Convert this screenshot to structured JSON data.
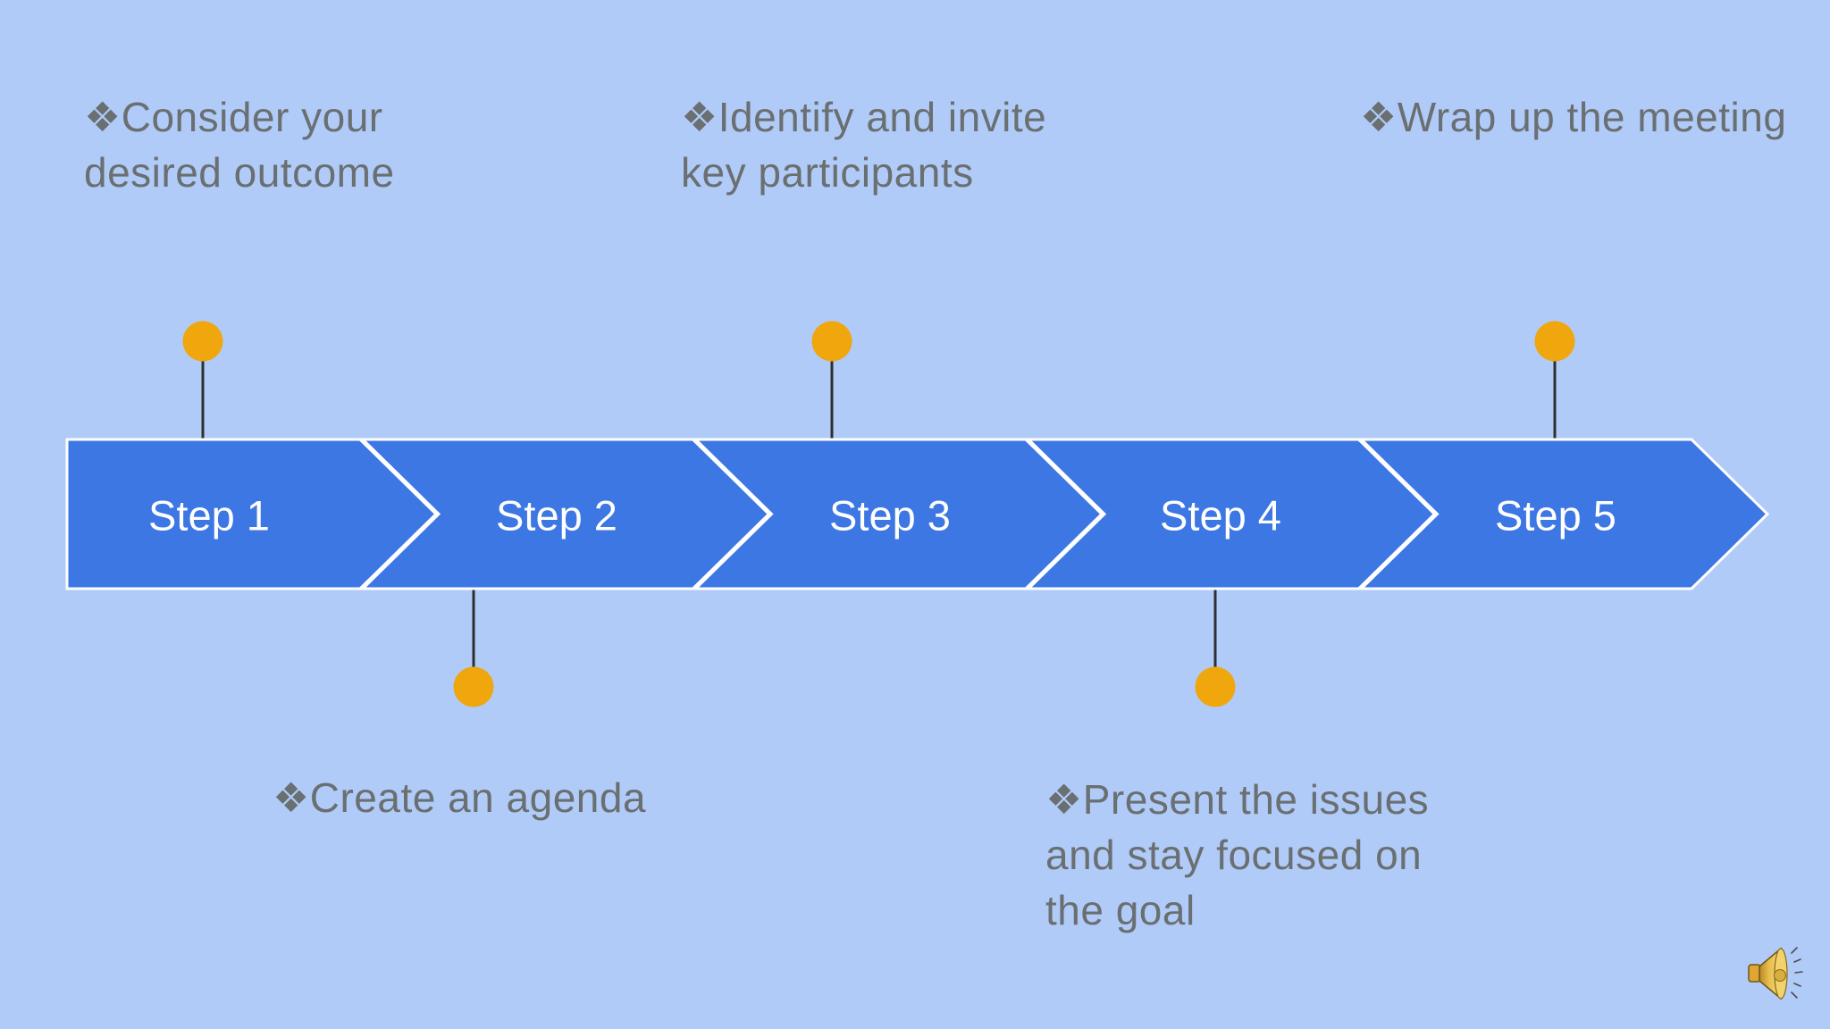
{
  "slide": {
    "type": "process-timeline",
    "background_color": "#B1CBF8",
    "colors": {
      "chevron_fill": "#3D77E3",
      "chevron_border": "#FFFFFF",
      "step_label_text": "#FFFFFF",
      "pin_dot": "#F0A60D",
      "pin_line": "#2E2F31",
      "note_text": "#6A6F71"
    },
    "steps": [
      {
        "label": "Step 1",
        "note": "❖Consider your\ndesired outcome",
        "note_position": "above"
      },
      {
        "label": "Step 2",
        "note": "❖Create an agenda",
        "note_position": "below"
      },
      {
        "label": "Step 3",
        "note": "❖Identify and invite\nkey participants",
        "note_position": "above"
      },
      {
        "label": "Step 4",
        "note": "❖Present the issues\nand stay focused on\nthe goal",
        "note_position": "below"
      },
      {
        "label": "Step 5",
        "note": "❖Wrap up the meeting",
        "note_position": "above"
      }
    ],
    "icons": {
      "audio": "speaker-icon"
    }
  }
}
